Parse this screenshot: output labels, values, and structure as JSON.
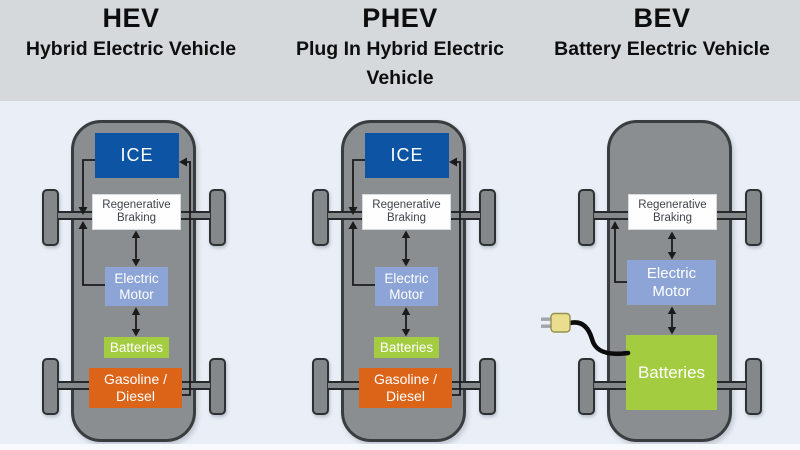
{
  "header": {
    "columns": [
      {
        "acronym": "HEV",
        "name": "Hybrid Electric Vehicle"
      },
      {
        "acronym": "PHEV",
        "name": "Plug In Hybrid Electric Vehicle"
      },
      {
        "acronym": "BEV",
        "name": "Battery Electric Vehicle"
      }
    ]
  },
  "labels": {
    "ice": "ICE",
    "regen": "Regenerative Braking",
    "motor": "Electric Motor",
    "batteries": "Batteries",
    "fuel": "Gasoline / Diesel"
  },
  "colors": {
    "header_background": "#d5d9dc",
    "stage_background": "#e9eef7",
    "car_body": "#8b8e91",
    "wheel": "#85888b",
    "ice_box": "#0d55a4",
    "regen_box": "#fefefe",
    "motor_box": "#8ca4d6",
    "batteries_box": "#a3cc40",
    "fuel_box": "#dc6418",
    "plug": "#eadd8e",
    "cable": "#0c0c0c"
  }
}
